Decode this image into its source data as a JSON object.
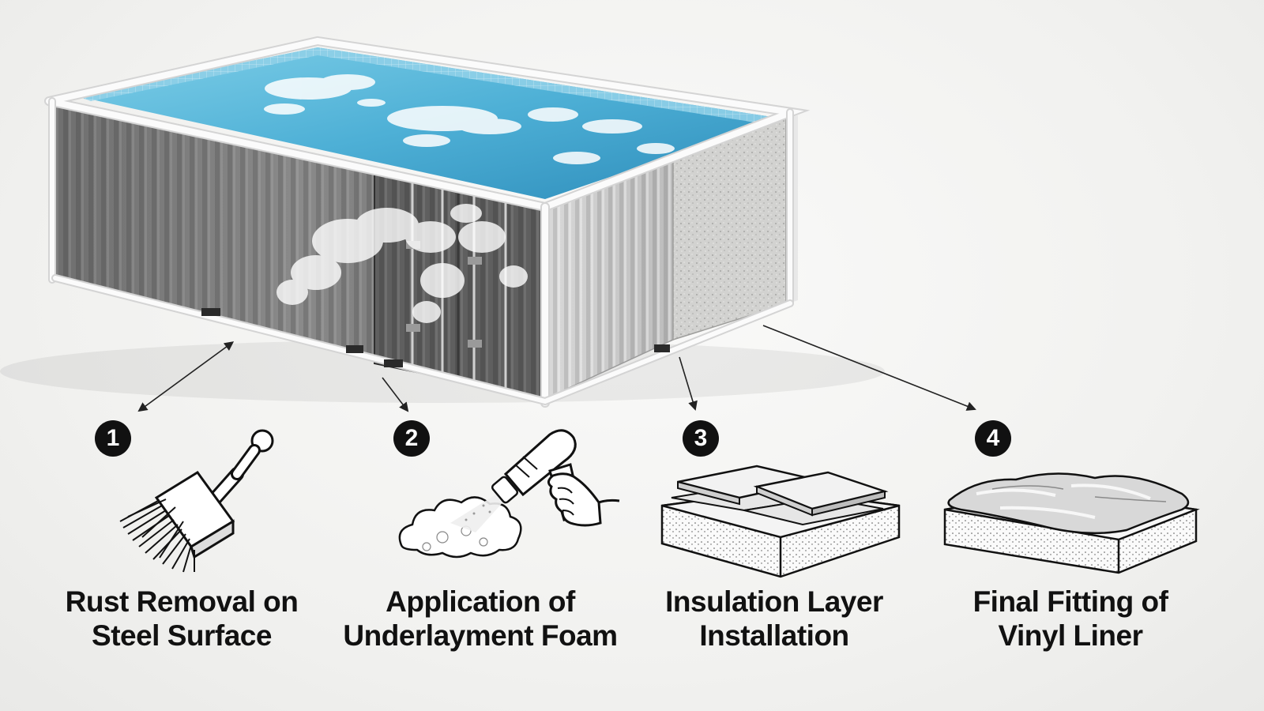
{
  "steps": [
    {
      "number": "1",
      "label_line1": "Rust Removal on",
      "label_line2": "Steel Surface",
      "icon": "brush-icon"
    },
    {
      "number": "2",
      "label_line1": "Application of",
      "label_line2": "Underlayment Foam",
      "icon": "spray-gun-icon"
    },
    {
      "number": "3",
      "label_line1": "Insulation Layer",
      "label_line2": "Installation",
      "icon": "insulation-boards-icon"
    },
    {
      "number": "4",
      "label_line1": "Final Fitting of",
      "label_line2": "Vinyl Liner",
      "icon": "vinyl-liner-icon"
    }
  ],
  "colors": {
    "water": "#5cb8d8",
    "water_deep": "#2f8fbd",
    "container_steel": "#7d7d7d",
    "frame": "#f4f4f4",
    "badge": "#111111"
  }
}
